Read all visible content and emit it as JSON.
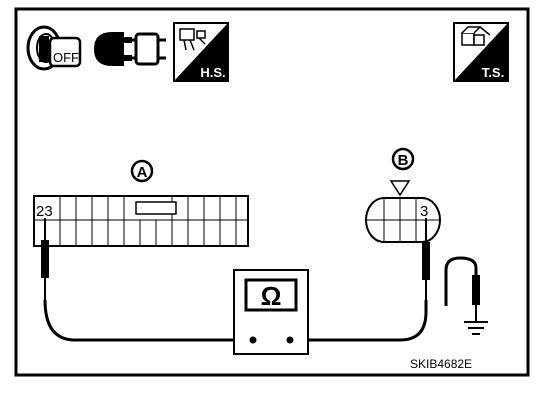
{
  "header": {
    "ignition_key_text": "OFF",
    "hs_badge": "H.S.",
    "ts_badge": "T.S."
  },
  "connectors": {
    "a": {
      "label": "A",
      "pin": "23"
    },
    "b": {
      "label": "B",
      "pin": "3"
    }
  },
  "meter": {
    "symbol": "Ω"
  },
  "figure_id": "SKIB4682E",
  "colors": {
    "line": "#000000",
    "background": "#ffffff"
  },
  "icons": [
    "ignition-key-off-icon",
    "connector-disconnect-icon",
    "harness-side-icon",
    "terminal-side-icon",
    "ohmmeter-icon",
    "ground-icon"
  ]
}
